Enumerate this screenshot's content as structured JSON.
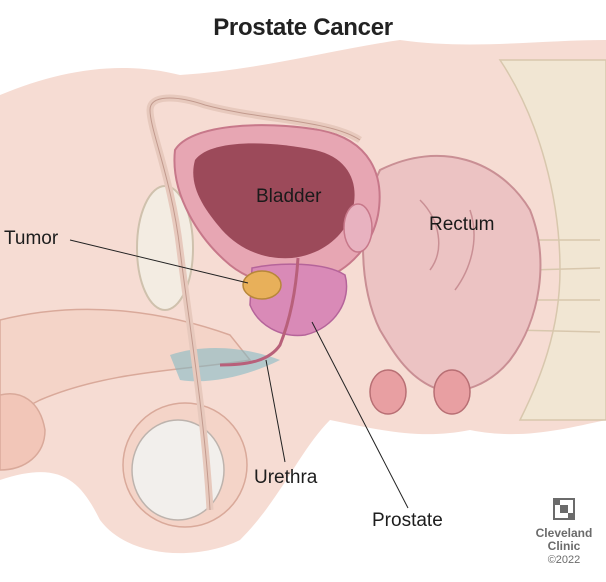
{
  "title": "Prostate Cancer",
  "labels": {
    "bladder": "Bladder",
    "rectum": "Rectum",
    "tumor": "Tumor",
    "urethra": "Urethra",
    "prostate": "Prostate"
  },
  "logo": {
    "line1": "Cleveland",
    "line2": "Clinic",
    "copyright": "©2022"
  },
  "colors": {
    "skin": "#f6dcd3",
    "tissue": "#f0c4bd",
    "bladder_wall": "#e7a6b3",
    "bladder_interior": "#9c4a5a",
    "prostate": "#d98ab7",
    "tumor": "#e8b05a",
    "rectum": "#ecc3c3",
    "bone": "#f1e6d3",
    "vessel": "#5fa9b8"
  }
}
